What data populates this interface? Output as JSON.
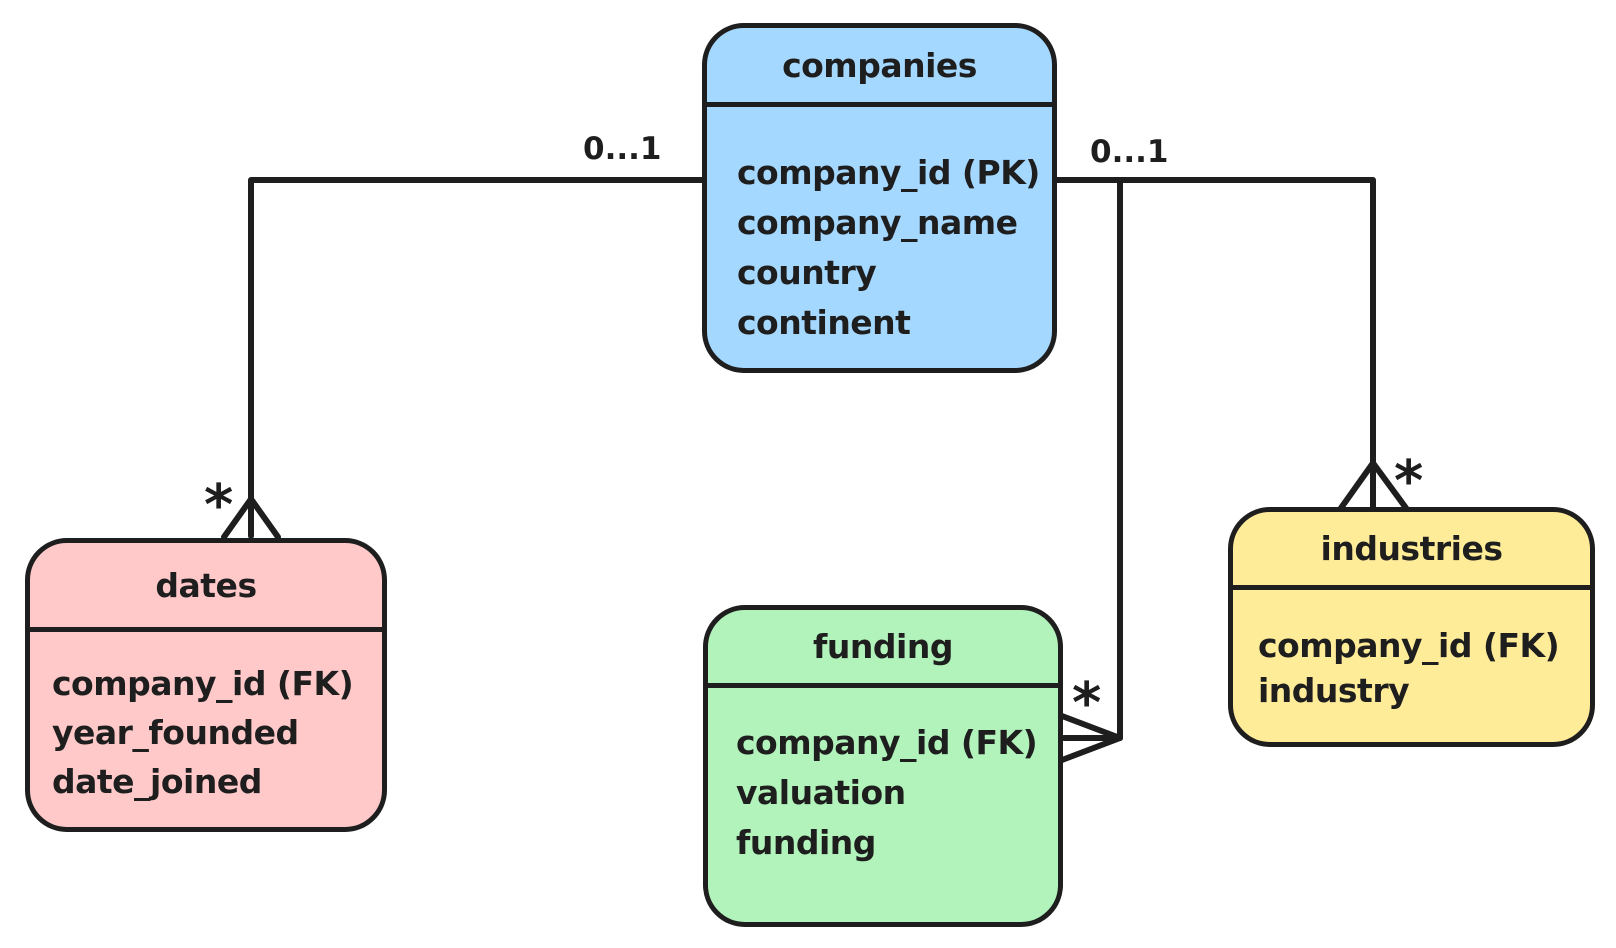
{
  "diagram": {
    "kind": "entity-relationship-diagram",
    "background": "#ffffff",
    "stroke_color": "#1e1e1e",
    "entities": [
      {
        "name": "companies",
        "title": "companies",
        "fill": "#a5d8ff",
        "fields": [
          "company_id (PK)",
          "company_name",
          "country",
          "continent"
        ]
      },
      {
        "name": "dates",
        "title": "dates",
        "fill": "#ffc9c9",
        "fields": [
          "company_id (FK)",
          "year_founded",
          "date_joined"
        ]
      },
      {
        "name": "funding",
        "title": "funding",
        "fill": "#b2f2bb",
        "fields": [
          "company_id (FK)",
          "valuation",
          "funding"
        ]
      },
      {
        "name": "industries",
        "title": "industries",
        "fill": "#ffec99",
        "fields": [
          "company_id (FK)",
          "industry"
        ]
      }
    ],
    "relationships": [
      {
        "from": "companies",
        "to": "dates",
        "from_label": "0...1",
        "to_label": "*"
      },
      {
        "from": "companies",
        "to": "industries",
        "from_label": "0...1",
        "to_label": "*"
      },
      {
        "from": "companies",
        "to": "funding",
        "to_label": "*"
      }
    ]
  }
}
